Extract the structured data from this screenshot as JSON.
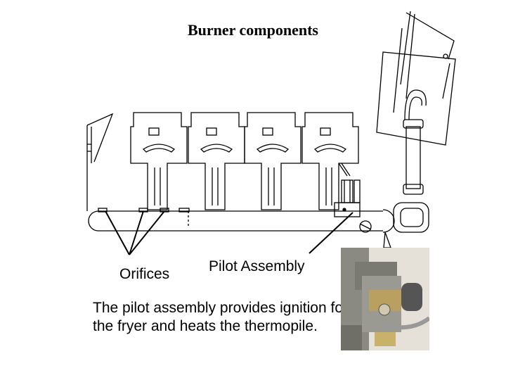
{
  "title": "Burner components",
  "labels": {
    "orifices": "Orifices",
    "pilot_assembly": "Pilot Assembly"
  },
  "description": "The pilot assembly provides ignition for the fryer and heats the thermopile.",
  "colors": {
    "line": "#000000",
    "photo_bg": "#e6e1d8",
    "photo_metal": "#8f8f8f",
    "photo_brass": "#b9a060"
  }
}
